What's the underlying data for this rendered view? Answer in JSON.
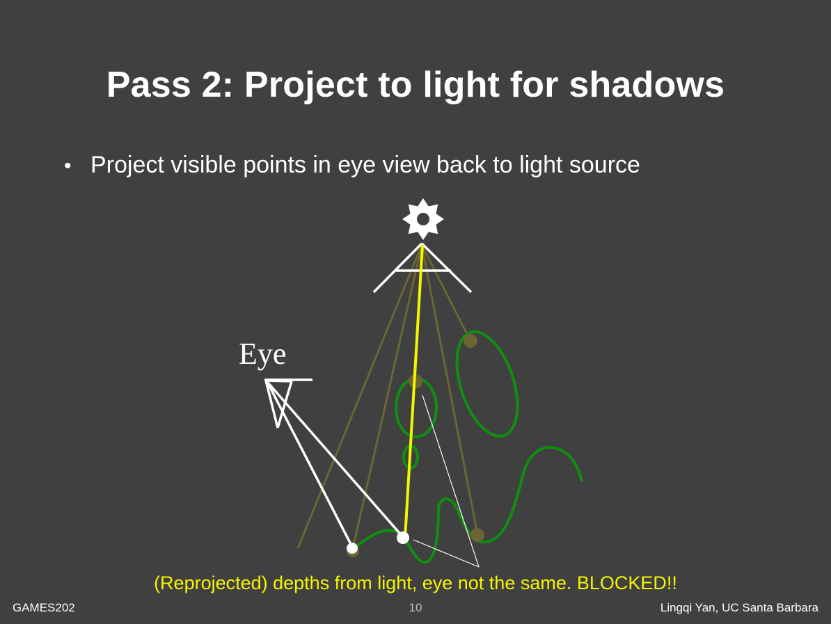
{
  "slide": {
    "title": "Pass 2: Project to light for shadows",
    "bullets": [
      "Project visible points in eye view back to light source"
    ],
    "diagram": {
      "eye_label": "Eye",
      "caption": "(Reprojected) depths from light, eye not the same.  BLOCKED!!",
      "light_icon": "sun-icon"
    },
    "footer": {
      "left": "GAMES202",
      "page_number": "10",
      "right": "Lingqi Yan, UC Santa Barbara"
    }
  },
  "colors": {
    "background": "#404040",
    "text": "#ffffff",
    "highlight_yellow": "#f5f500",
    "light_ray": "#6b6532",
    "scene_green": "#0f8f0f"
  }
}
